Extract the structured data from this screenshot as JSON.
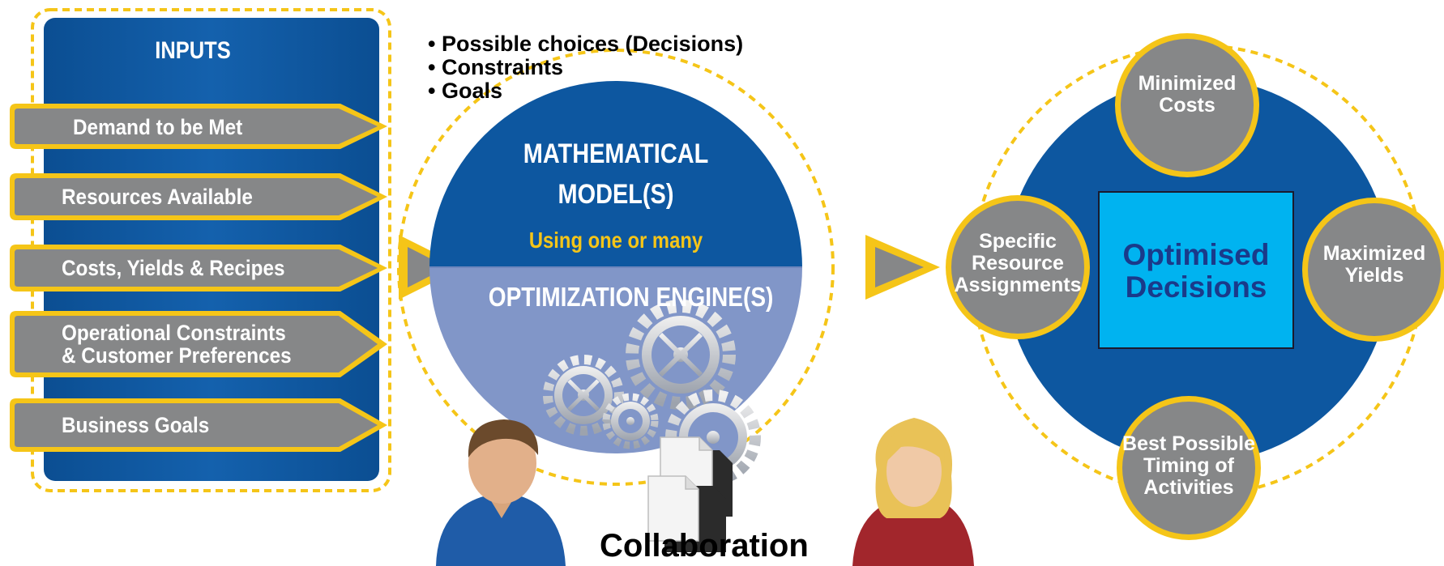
{
  "inputs": {
    "title": "INPUTS",
    "items": [
      {
        "label": "Demand to be Met"
      },
      {
        "label": "Resources Available"
      },
      {
        "label": "Costs, Yields & Recipes"
      },
      {
        "label": "Operational Constraints\n& Customer Preferences"
      },
      {
        "label": "Business Goals"
      }
    ]
  },
  "bullets": [
    "• Possible choices (Decisions)",
    "• Constraints",
    "• Goals"
  ],
  "model": {
    "title_line1": "MATHEMATICAL",
    "title_line2": "MODEL(S)",
    "subtitle": "Using one or many",
    "engine": "OPTIMIZATION ENGINE(S)"
  },
  "output": {
    "center": "Optimised\nDecisions",
    "nodes": {
      "top": "Minimized\nCosts",
      "right": "Maximized\nYields",
      "bottom": "Best Possible\nTiming of\nActivities",
      "left": "Specific\nResource\nAssignments"
    }
  },
  "collaboration": "Collaboration",
  "colors": {
    "dark_blue": "#0d57a0",
    "light_blue": "#8196c8",
    "gray": "#868788",
    "gold": "#f5c518",
    "cyan": "#00b3f0"
  }
}
